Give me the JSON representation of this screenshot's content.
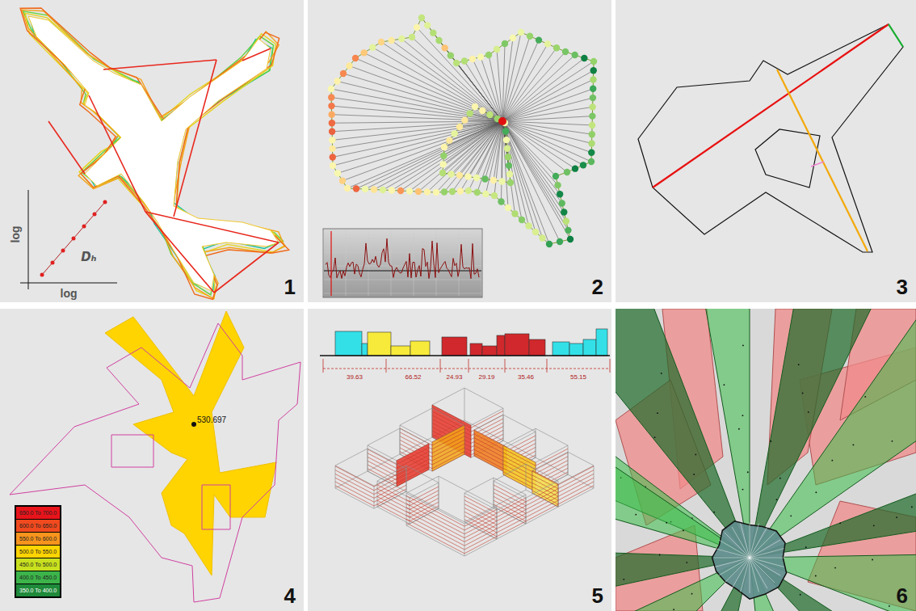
{
  "diagram": {
    "nodes": [
      {
        "text": [
          "1"
        ]
      },
      {
        "text": [
          "2"
        ]
      },
      {
        "text": [
          "3"
        ]
      },
      {
        "text": [
          "4"
        ]
      },
      {
        "text": [
          "5"
        ]
      },
      {
        "text": [
          "6"
        ]
      }
    ],
    "labels": [
      "log",
      "log",
      "Dₕ",
      "530.697",
      "39.63",
      "66.52",
      "24.93",
      "29.19",
      "35.46",
      "55.15"
    ],
    "legend": [
      {
        "text": "650.0 To 700.0",
        "color": "#e8141b"
      },
      {
        "text": "600.0 To 650.0",
        "color": "#f04a1e"
      },
      {
        "text": "550.0 To 600.0",
        "color": "#f7941d"
      },
      {
        "text": "500.0 To 550.0",
        "color": "#ffd400"
      },
      {
        "text": "450.0 To 500.0",
        "color": "#c8e01e"
      },
      {
        "text": "400.0 To 450.0",
        "color": "#3cb44a"
      },
      {
        "text": "350.0 To 400.0",
        "color": "#1e8a3a"
      }
    ]
  }
}
